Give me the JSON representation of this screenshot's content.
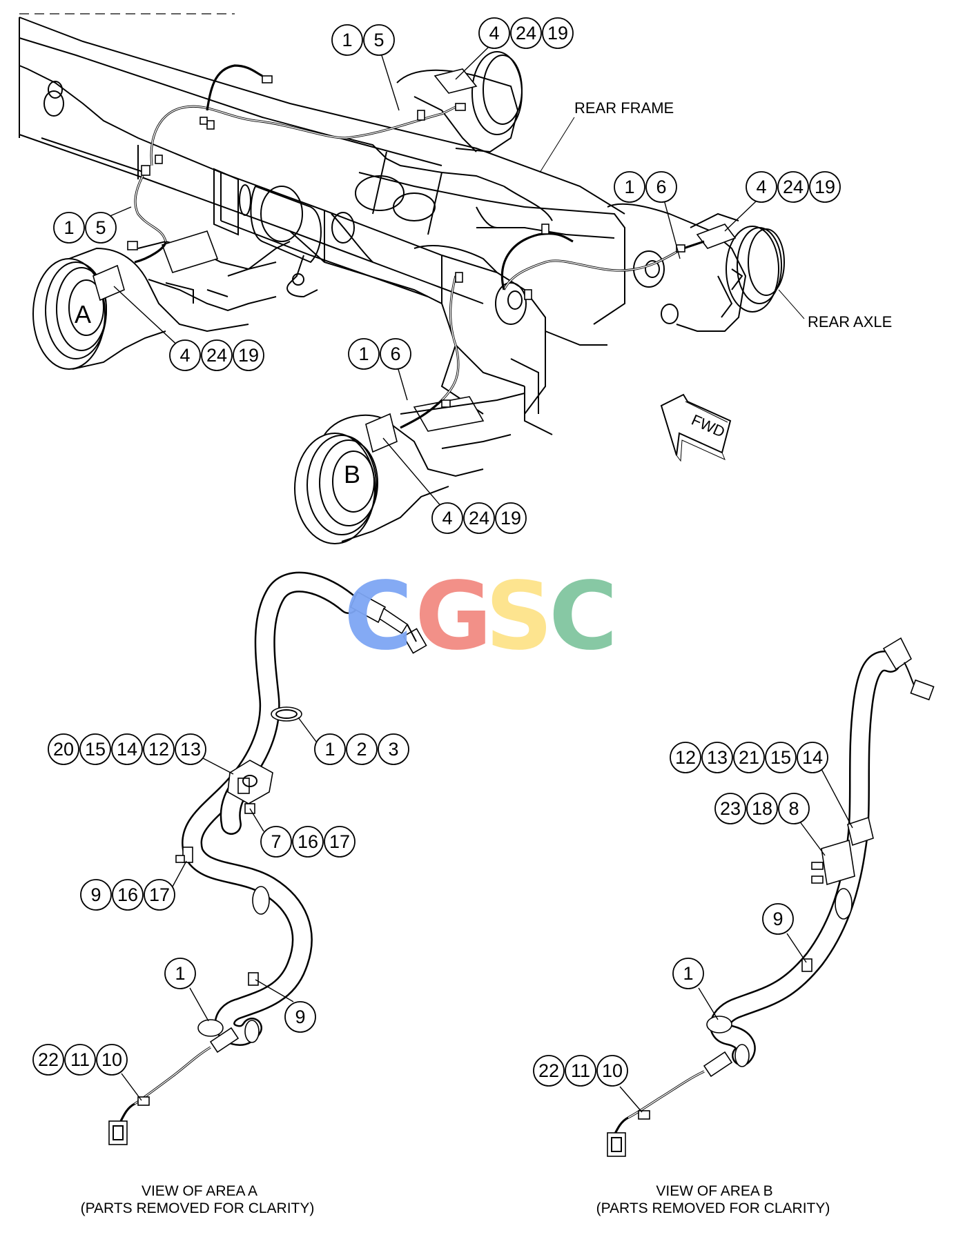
{
  "labels": {
    "rear_frame": "REAR FRAME",
    "rear_axle": "REAR AXLE",
    "area_a": "A",
    "area_b": "B",
    "fwd": "FWD"
  },
  "watermark": {
    "letters": [
      "C",
      "G",
      "S",
      "C"
    ],
    "colors": [
      "#7ea6f4",
      "#f28b82",
      "#fde38a",
      "#81c6a0"
    ]
  },
  "callouts": {
    "top_1_5": [
      "1",
      "5"
    ],
    "top_4_24_19": [
      "4",
      "24",
      "19"
    ],
    "right_1_6": [
      "1",
      "6"
    ],
    "right_4_24_19": [
      "4",
      "24",
      "19"
    ],
    "left_1_5": [
      "1",
      "5"
    ],
    "left_4_24_19": [
      "4",
      "24",
      "19"
    ],
    "mid_1_6": [
      "1",
      "6"
    ],
    "bottom_4_24_19": [
      "4",
      "24",
      "19"
    ],
    "a_1_2_3": [
      "1",
      "2",
      "3"
    ],
    "a_20_15_14_12_13": [
      "20",
      "15",
      "14",
      "12",
      "13"
    ],
    "a_7_16_17": [
      "7",
      "16",
      "17"
    ],
    "a_9_16_17": [
      "9",
      "16",
      "17"
    ],
    "a_1": [
      "1"
    ],
    "a_9": [
      "9"
    ],
    "a_22_11_10": [
      "22",
      "11",
      "10"
    ],
    "b_12_13_21_15_14": [
      "12",
      "13",
      "21",
      "15",
      "14"
    ],
    "b_23_18_8": [
      "23",
      "18",
      "8"
    ],
    "b_9": [
      "9"
    ],
    "b_1": [
      "1"
    ],
    "b_22_11_10": [
      "22",
      "11",
      "10"
    ]
  },
  "captions": {
    "area_a_title": "VIEW OF AREA A",
    "area_a_note": "(PARTS REMOVED FOR CLARITY)",
    "area_b_title": "VIEW OF AREA B",
    "area_b_note": "(PARTS REMOVED FOR CLARITY)"
  }
}
